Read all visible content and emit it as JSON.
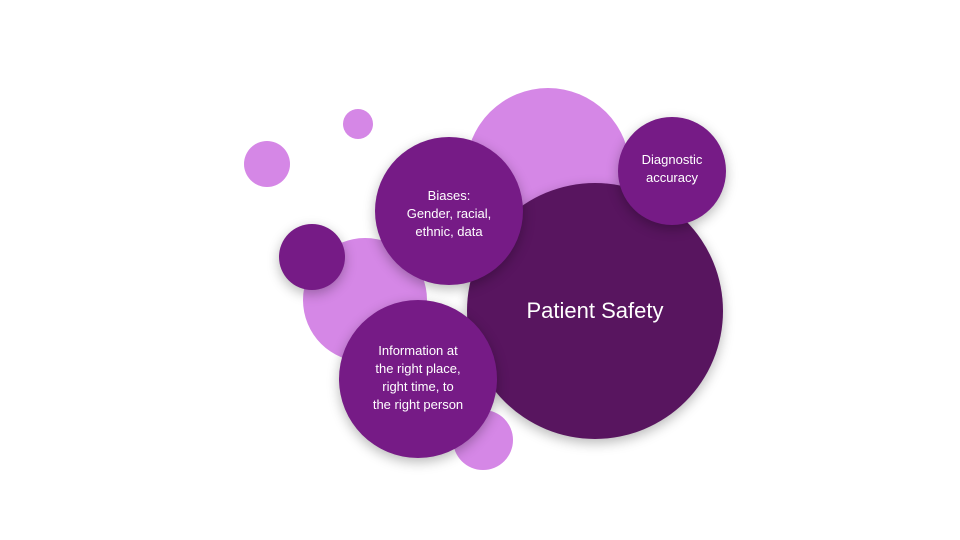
{
  "diagram": {
    "center": {
      "text": "Patient Safety"
    },
    "bubbles": [
      {
        "text": "Biases:\nGender, racial,\nethnic, data"
      },
      {
        "text": "Diagnostic\naccuracy"
      },
      {
        "text": "Information at\nthe right place,\nright time, to\nthe right person"
      }
    ]
  },
  "colors": {
    "light_bubble": "#d587e6",
    "mid_bubble": "#761b86",
    "dark_bubble": "#58155f",
    "text": "#ffffff"
  }
}
